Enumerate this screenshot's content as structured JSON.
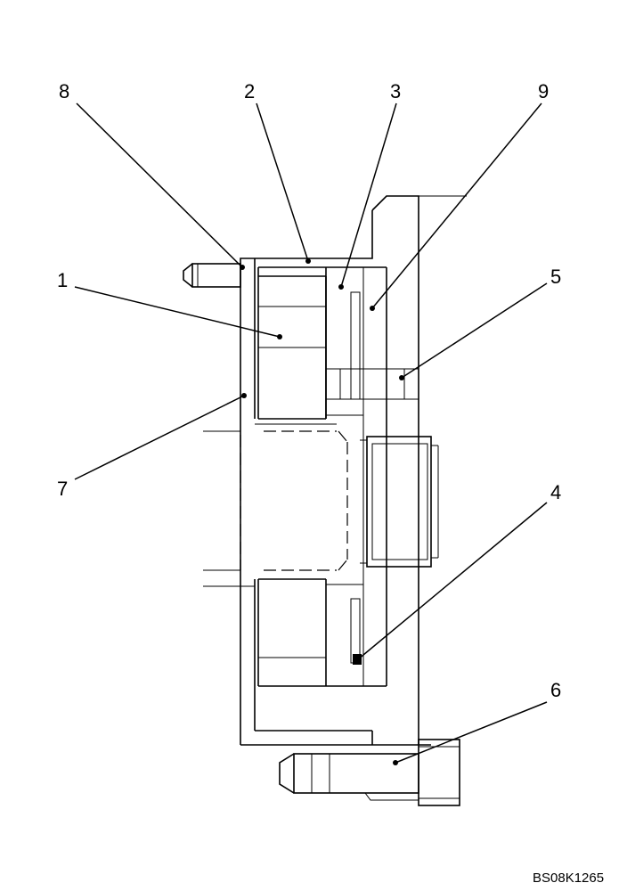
{
  "callouts": {
    "c1": "1",
    "c2": "2",
    "c3": "3",
    "c4": "4",
    "c5": "5",
    "c6": "6",
    "c7": "7",
    "c8": "8",
    "c9": "9"
  },
  "reference_code": "BS08K1265"
}
